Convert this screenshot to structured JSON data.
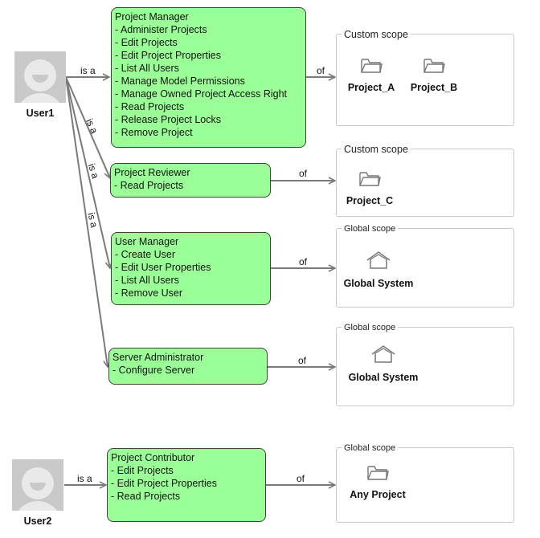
{
  "users": [
    {
      "name": "User1"
    },
    {
      "name": "User2"
    }
  ],
  "edge_labels": {
    "is_a": "is a",
    "of": "of"
  },
  "roles": [
    {
      "title": "Project Manager",
      "permissions": [
        "Administer Projects",
        "Edit Projects",
        "Edit Project Properties",
        "List All Users",
        "Manage Model Permissions",
        "Manage Owned Project Access Right",
        "Read Projects",
        "Release Project Locks",
        "Remove Project"
      ]
    },
    {
      "title": "Project Reviewer",
      "permissions": [
        "Read Projects"
      ]
    },
    {
      "title": "User Manager",
      "permissions": [
        "Create User",
        "Edit User Properties",
        "List All Users",
        "Remove User"
      ]
    },
    {
      "title": "Server Administrator",
      "permissions": [
        "Configure Server"
      ]
    },
    {
      "title": "Project Contributor",
      "permissions": [
        "Edit Projects",
        "Edit Project Properties",
        "Read Projects"
      ]
    }
  ],
  "scopes": [
    {
      "label": "Custom scope",
      "items": [
        {
          "name": "Project_A",
          "icon": "folder-icon"
        },
        {
          "name": "Project_B",
          "icon": "folder-icon"
        }
      ]
    },
    {
      "label": "Custom scope",
      "items": [
        {
          "name": "Project_C",
          "icon": "folder-icon"
        }
      ]
    },
    {
      "label": "Global scope",
      "items": [
        {
          "name": "Global System",
          "icon": "home-icon"
        }
      ]
    },
    {
      "label": "Global scope",
      "items": [
        {
          "name": "Global System",
          "icon": "home-icon"
        }
      ]
    },
    {
      "label": "Global scope",
      "items": [
        {
          "name": "Any Project",
          "icon": "folder-icon"
        }
      ]
    }
  ],
  "colors": {
    "role_fill": "#9bff98",
    "wire": "#7a7a7a"
  }
}
